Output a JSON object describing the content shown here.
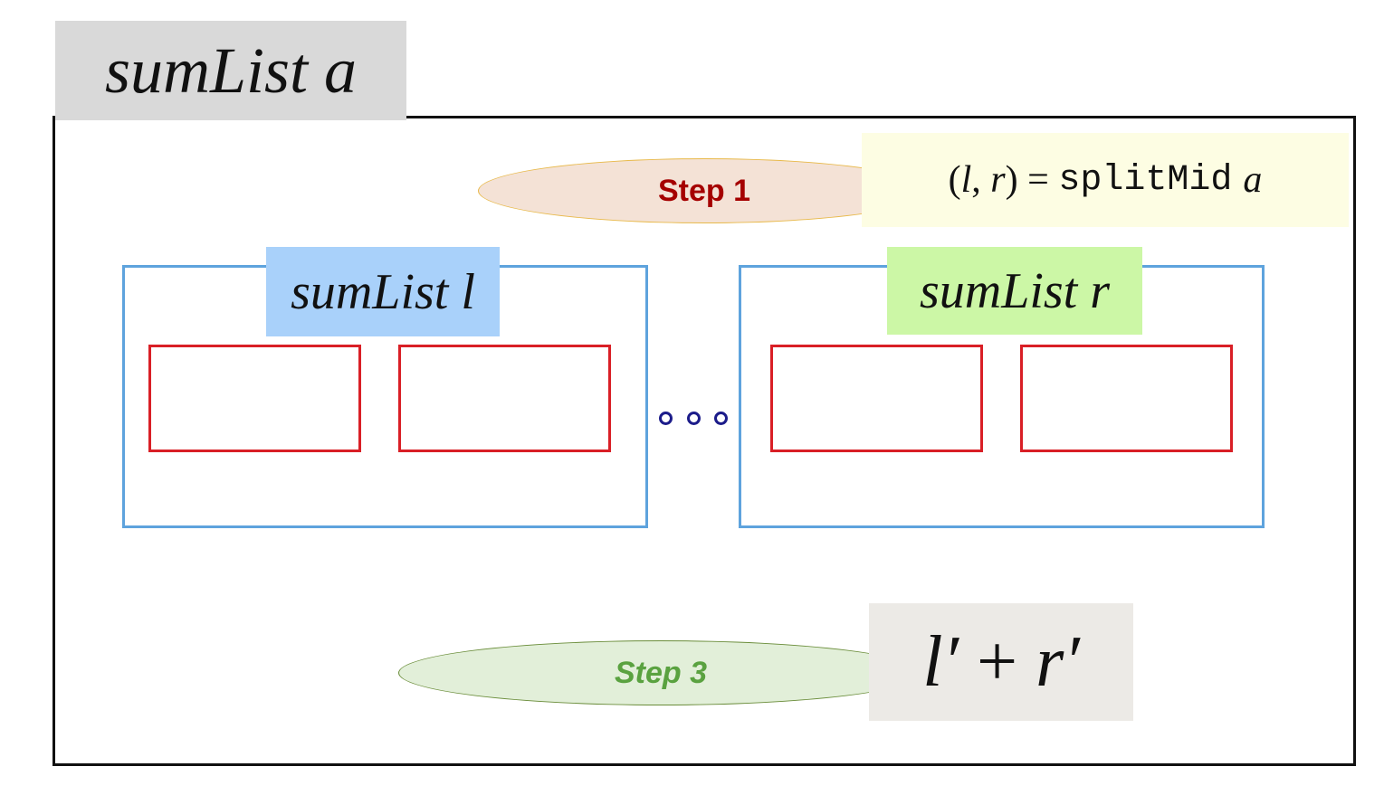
{
  "title": "sumList a",
  "steps": {
    "step1_label": "Step 1",
    "step3_label": "Step 3"
  },
  "formulas": {
    "split": {
      "open": "(",
      "l": "l",
      "comma": ", ",
      "r": "r",
      "close": ")",
      "equals": " = ",
      "func": "splitMid",
      "arg": "a"
    },
    "sum": {
      "left": "l′",
      "plus": " + ",
      "right": "r′"
    }
  },
  "sublists": {
    "left_label": "sumList l",
    "right_label": "sumList r"
  },
  "colors": {
    "step1_fill": "#f4e2d6",
    "step1_text": "#a50000",
    "step3_fill": "#e2efd9",
    "step3_text": "#5aa240",
    "left_label_bg": "#a9d1fa",
    "right_label_bg": "#ccf7a6",
    "sub_box_border": "#5ea3dd",
    "cell_border": "#d91f26",
    "dots": "#1c1c8a"
  },
  "icons": {
    "ellipsis": "ellipsis-dots-icon"
  }
}
